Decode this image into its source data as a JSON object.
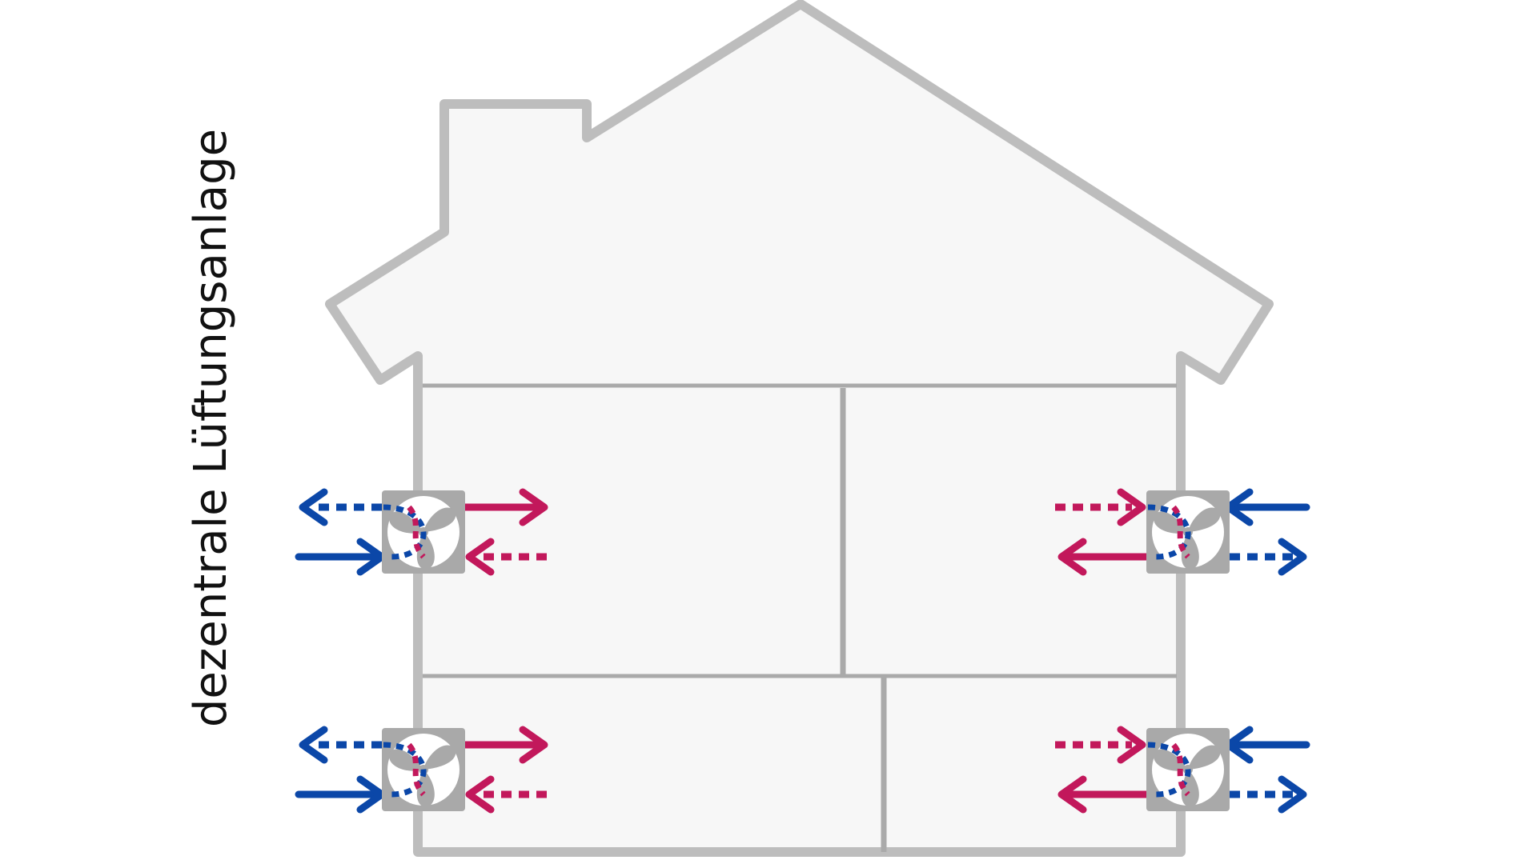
{
  "title": "dezentrale Lüftungsanlage",
  "colors": {
    "background": "#ffffff",
    "house_fill": "#f7f7f7",
    "house_outline": "#bdbdbd",
    "walls": "#aaaaaa",
    "unit_box": "#a9a9a9",
    "fan_blade": "#a9a9a9",
    "fan_circle": "#ffffff",
    "supply_air": "#0b47a8",
    "exhaust_air": "#c2185b"
  },
  "icons": {
    "fan": "ventilation-fan-icon",
    "arrow": "arrow-icon"
  },
  "units": [
    {
      "id": "upper-left",
      "side": "left"
    },
    {
      "id": "upper-right",
      "side": "right"
    },
    {
      "id": "lower-left",
      "side": "left"
    },
    {
      "id": "lower-right",
      "side": "right"
    }
  ]
}
